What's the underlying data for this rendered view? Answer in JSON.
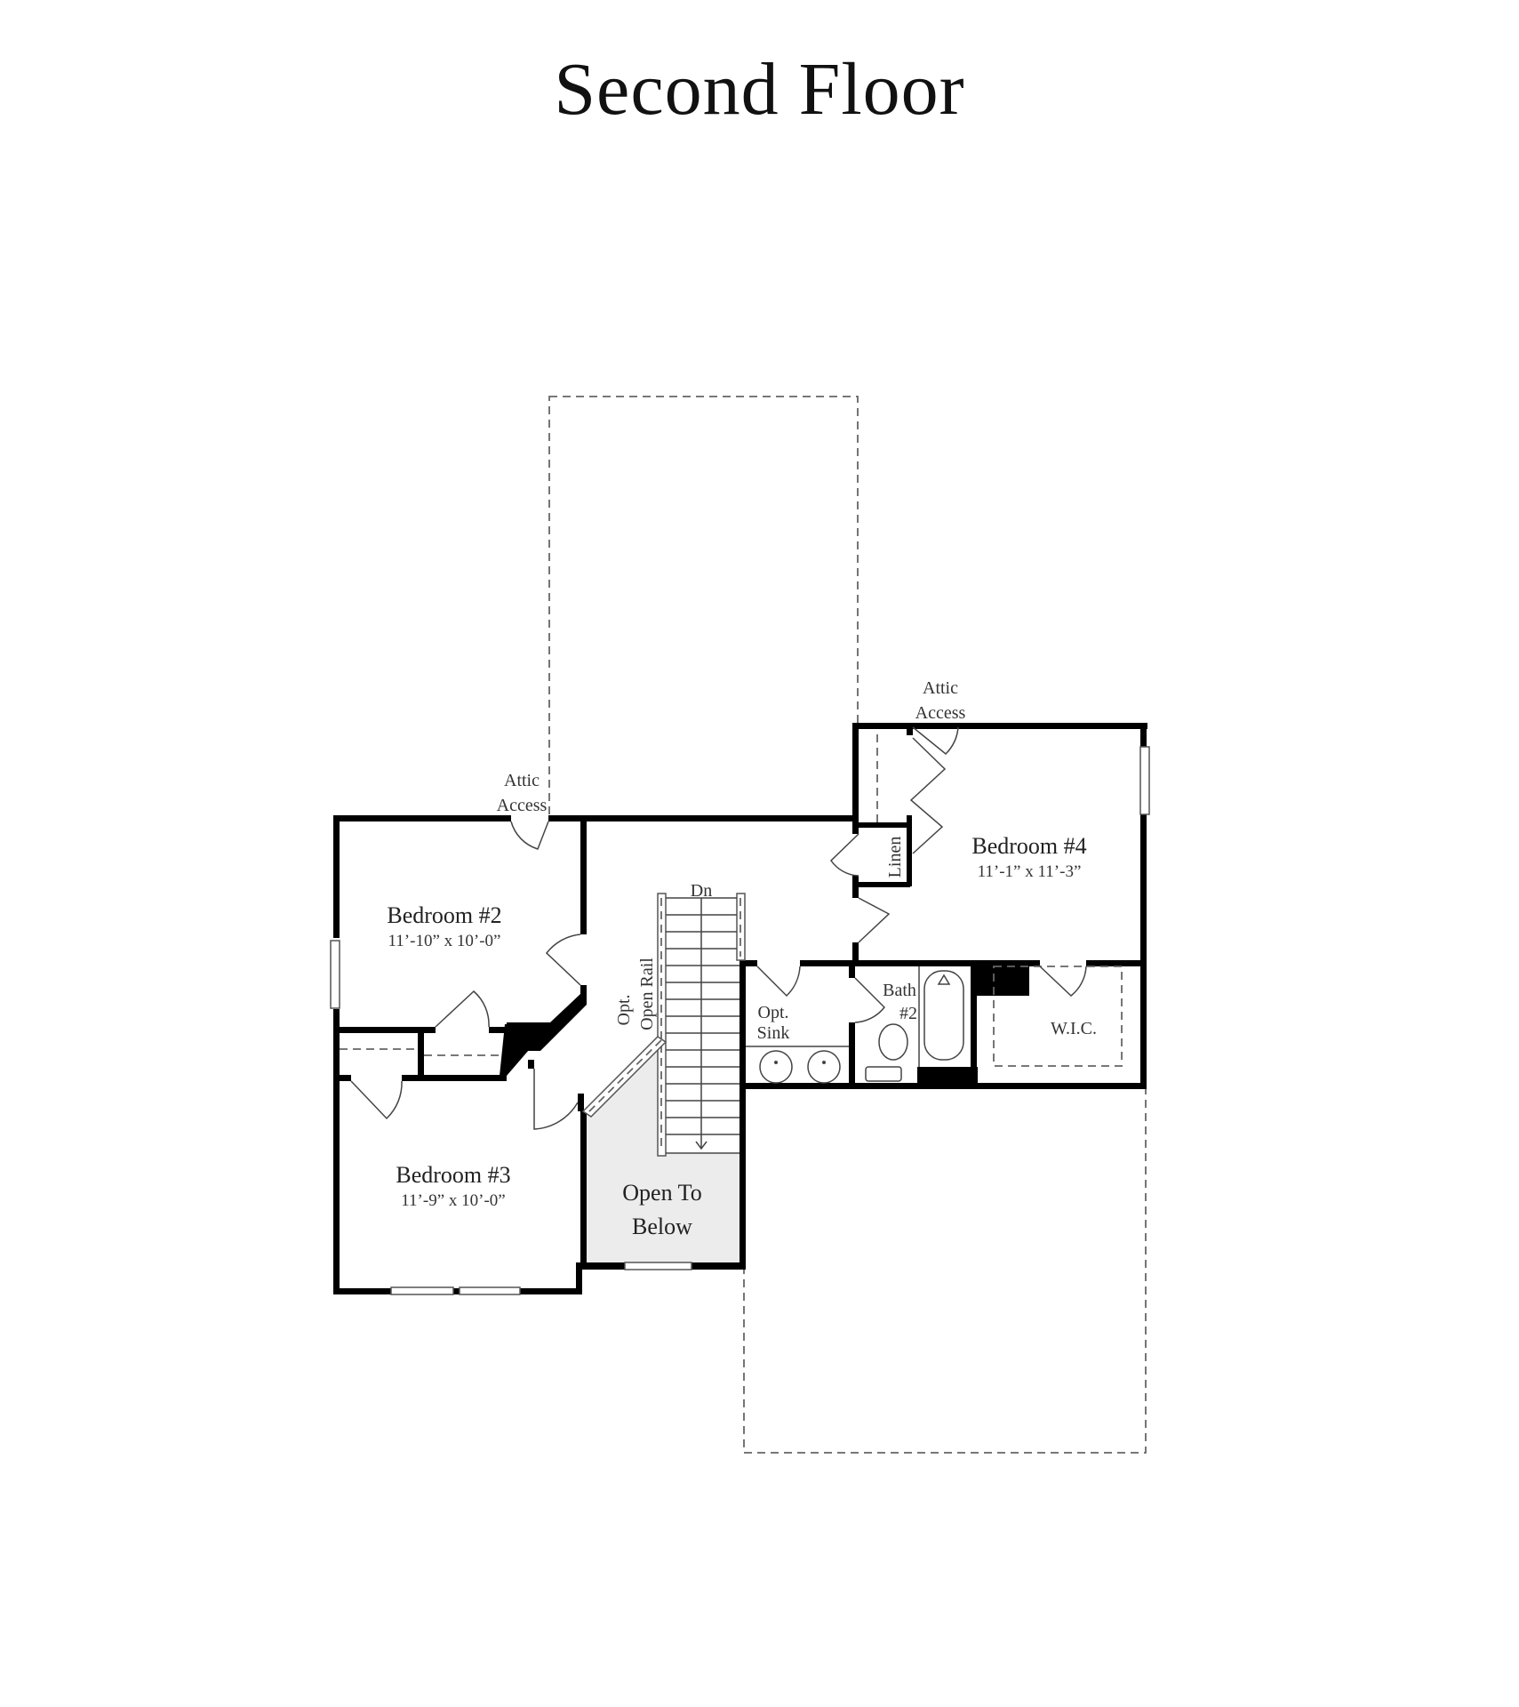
{
  "title": "Second Floor",
  "colors": {
    "wall": "#000000",
    "open_to_below_fill": "#ececec",
    "dashed_outline": "#666666",
    "text": "#222222"
  },
  "rooms": [
    {
      "name": "Bedroom #2",
      "dimensions": "11’-10” x 10’-0”"
    },
    {
      "name": "Bedroom #3",
      "dimensions": "11’-9” x 10’-0”"
    },
    {
      "name": "Bedroom #4",
      "dimensions": "11’-1” x 11’-3”"
    }
  ],
  "labels": {
    "attic_access_left": [
      "Attic",
      "Access"
    ],
    "attic_access_right": [
      "Attic",
      "Access"
    ],
    "stairs_down": "Dn",
    "open_rail": [
      "Opt.",
      "Open Rail"
    ],
    "open_to_below": [
      "Open To",
      "Below"
    ],
    "opt_sink": [
      "Opt.",
      "Sink"
    ],
    "bath": [
      "Bath",
      "#2"
    ],
    "linen": "Linen",
    "wic": "W.I.C."
  }
}
